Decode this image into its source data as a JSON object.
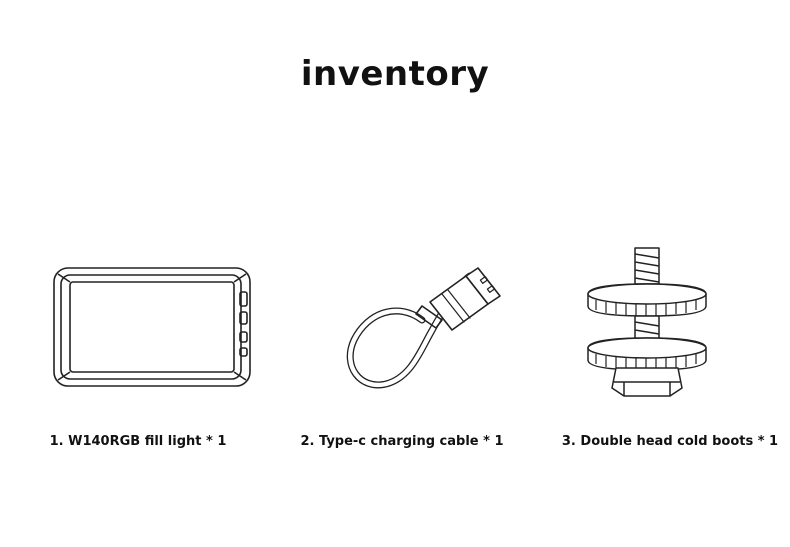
{
  "title": "inventory",
  "items": [
    {
      "label": "1. W140RGB fill light * 1",
      "icon": "fill-light-icon"
    },
    {
      "label": "2. Type-c charging cable * 1",
      "icon": "usb-cable-icon"
    },
    {
      "label": "3. Double head cold boots * 1",
      "icon": "cold-shoe-adapter-icon"
    }
  ]
}
